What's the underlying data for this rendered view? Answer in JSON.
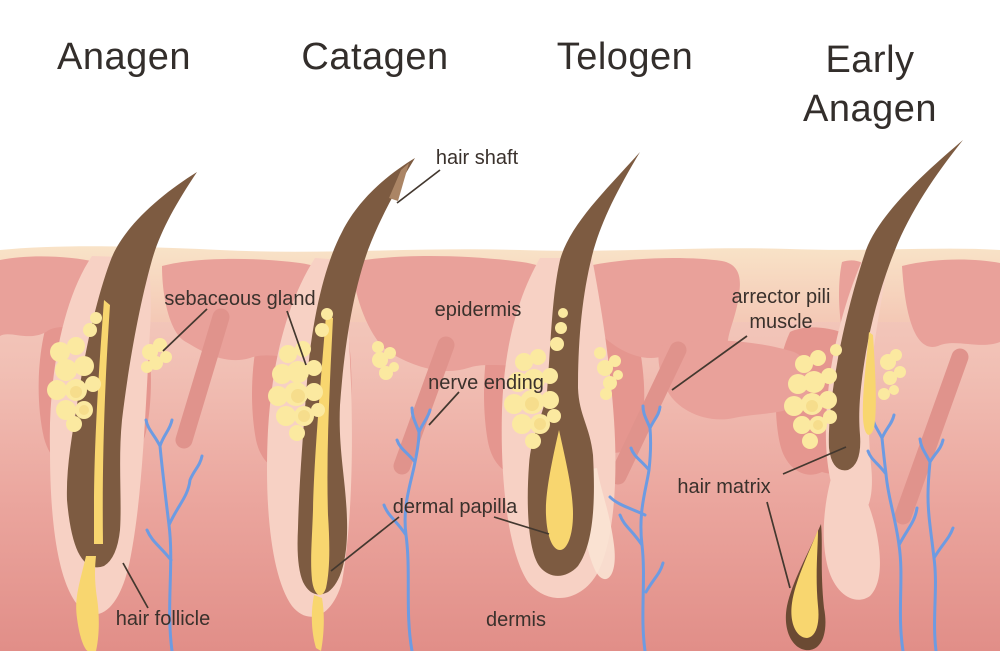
{
  "stages": [
    {
      "label": "Anagen"
    },
    {
      "label": "Catagen"
    },
    {
      "label": "Telogen"
    },
    {
      "label": "Early Anagen"
    }
  ],
  "annotations": {
    "hair_shaft": "hair shaft",
    "sebaceous_gland": "sebaceous gland",
    "epidermis": "epidermis",
    "nerve_ending": "nerve ending",
    "arrector_pili_muscle": "arrector pili muscle",
    "dermal_papilla": "dermal papilla",
    "hair_matrix": "hair matrix",
    "hair_follicle": "hair follicle",
    "dermis": "dermis"
  },
  "colors": {
    "background": "#ffffff",
    "text": "#332e2b",
    "label_text": "#3a312c",
    "skin_cream_top": "#f9e4c8",
    "skin_cream_bottom": "#f4c9b6",
    "dermis_top": "#f5cfc0",
    "dermis_bottom": "#e18e88",
    "epidermis_chunk": "#e9a19a",
    "follicle_pocket": "#e5968f",
    "arrector_muscle": "#e0938c",
    "follicle_sheath": "#f7d1c4",
    "sheath_light": "#fae3d4",
    "hair_brown": "#7d5b41",
    "hair_highlight": "#ab8565",
    "gland_yellow": "#fbe9a0",
    "gland_shade": "#f6dd8c",
    "papilla_yellow": "#f8d66f",
    "matrix_cup_brown": "#6b4a33",
    "nerve_blue": "#6d9be2",
    "leader_line": "#43382f"
  }
}
